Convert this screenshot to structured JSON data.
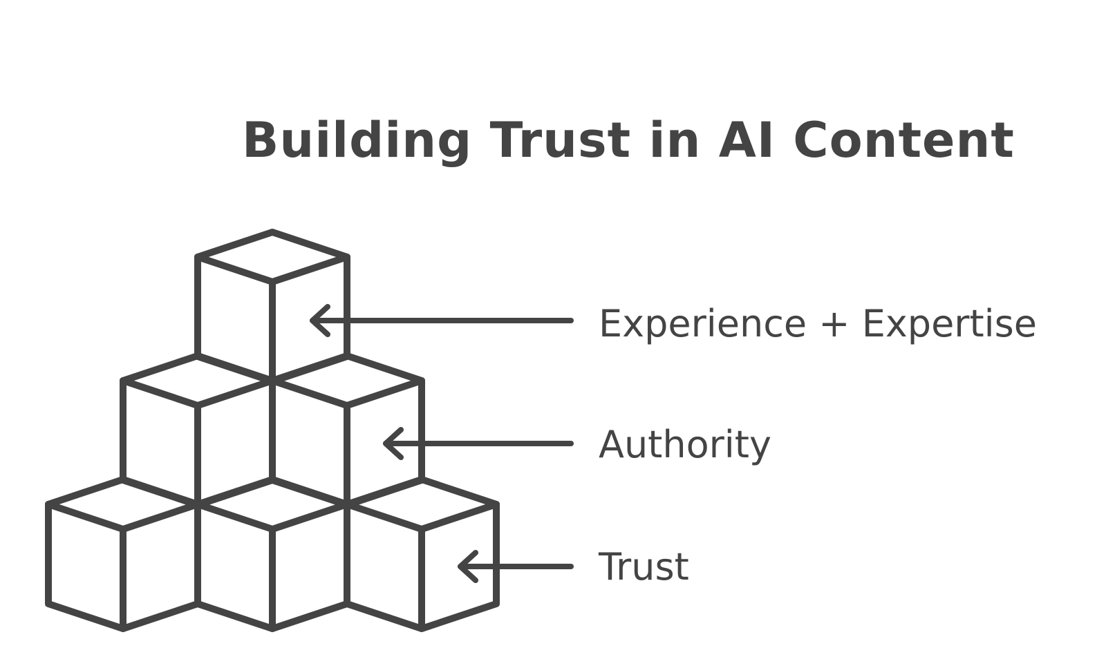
{
  "title": "Building Trust in AI Content",
  "layers": [
    {
      "level": "top",
      "label": "Experience + Expertise"
    },
    {
      "level": "middle",
      "label": "Authority"
    },
    {
      "level": "bottom",
      "label": "Trust"
    }
  ],
  "colors": {
    "stroke": "#444444",
    "background": "#ffffff",
    "text": "#444444"
  }
}
